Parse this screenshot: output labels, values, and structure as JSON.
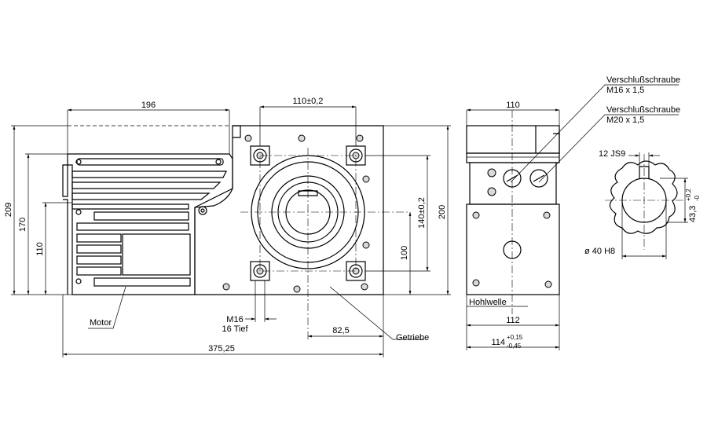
{
  "dimensions": {
    "d196": "196",
    "d110_top": "110",
    "d110_pm": "±0,2",
    "d110_side": "110",
    "d209": "209",
    "d170": "170",
    "d110_left": "110",
    "d140": "140",
    "d140_pm": "±0,2",
    "d200": "200",
    "d100": "100",
    "d82_5": "82,5",
    "d375_25": "375,25",
    "d112": "112",
    "d114": "114",
    "d114_up": "+0,15",
    "d114_low": "-0,45",
    "d12js9": "12 JS9",
    "d43_3": "43,3",
    "d43_up": "+0,2",
    "d43_low": "-0",
    "d40h8": "ø 40 H8"
  },
  "labels": {
    "m16_line1": "M16",
    "m16_line2": "16 Tief",
    "motor": "Motor",
    "getriebe": "Getriebe",
    "hohlwelle": "Hohlwelle",
    "vs1_title": "Verschlußschraube",
    "vs1_size": "M16 x 1,5",
    "vs2_title": "Verschlußschraube",
    "vs2_size": "M20 x 1,5"
  }
}
